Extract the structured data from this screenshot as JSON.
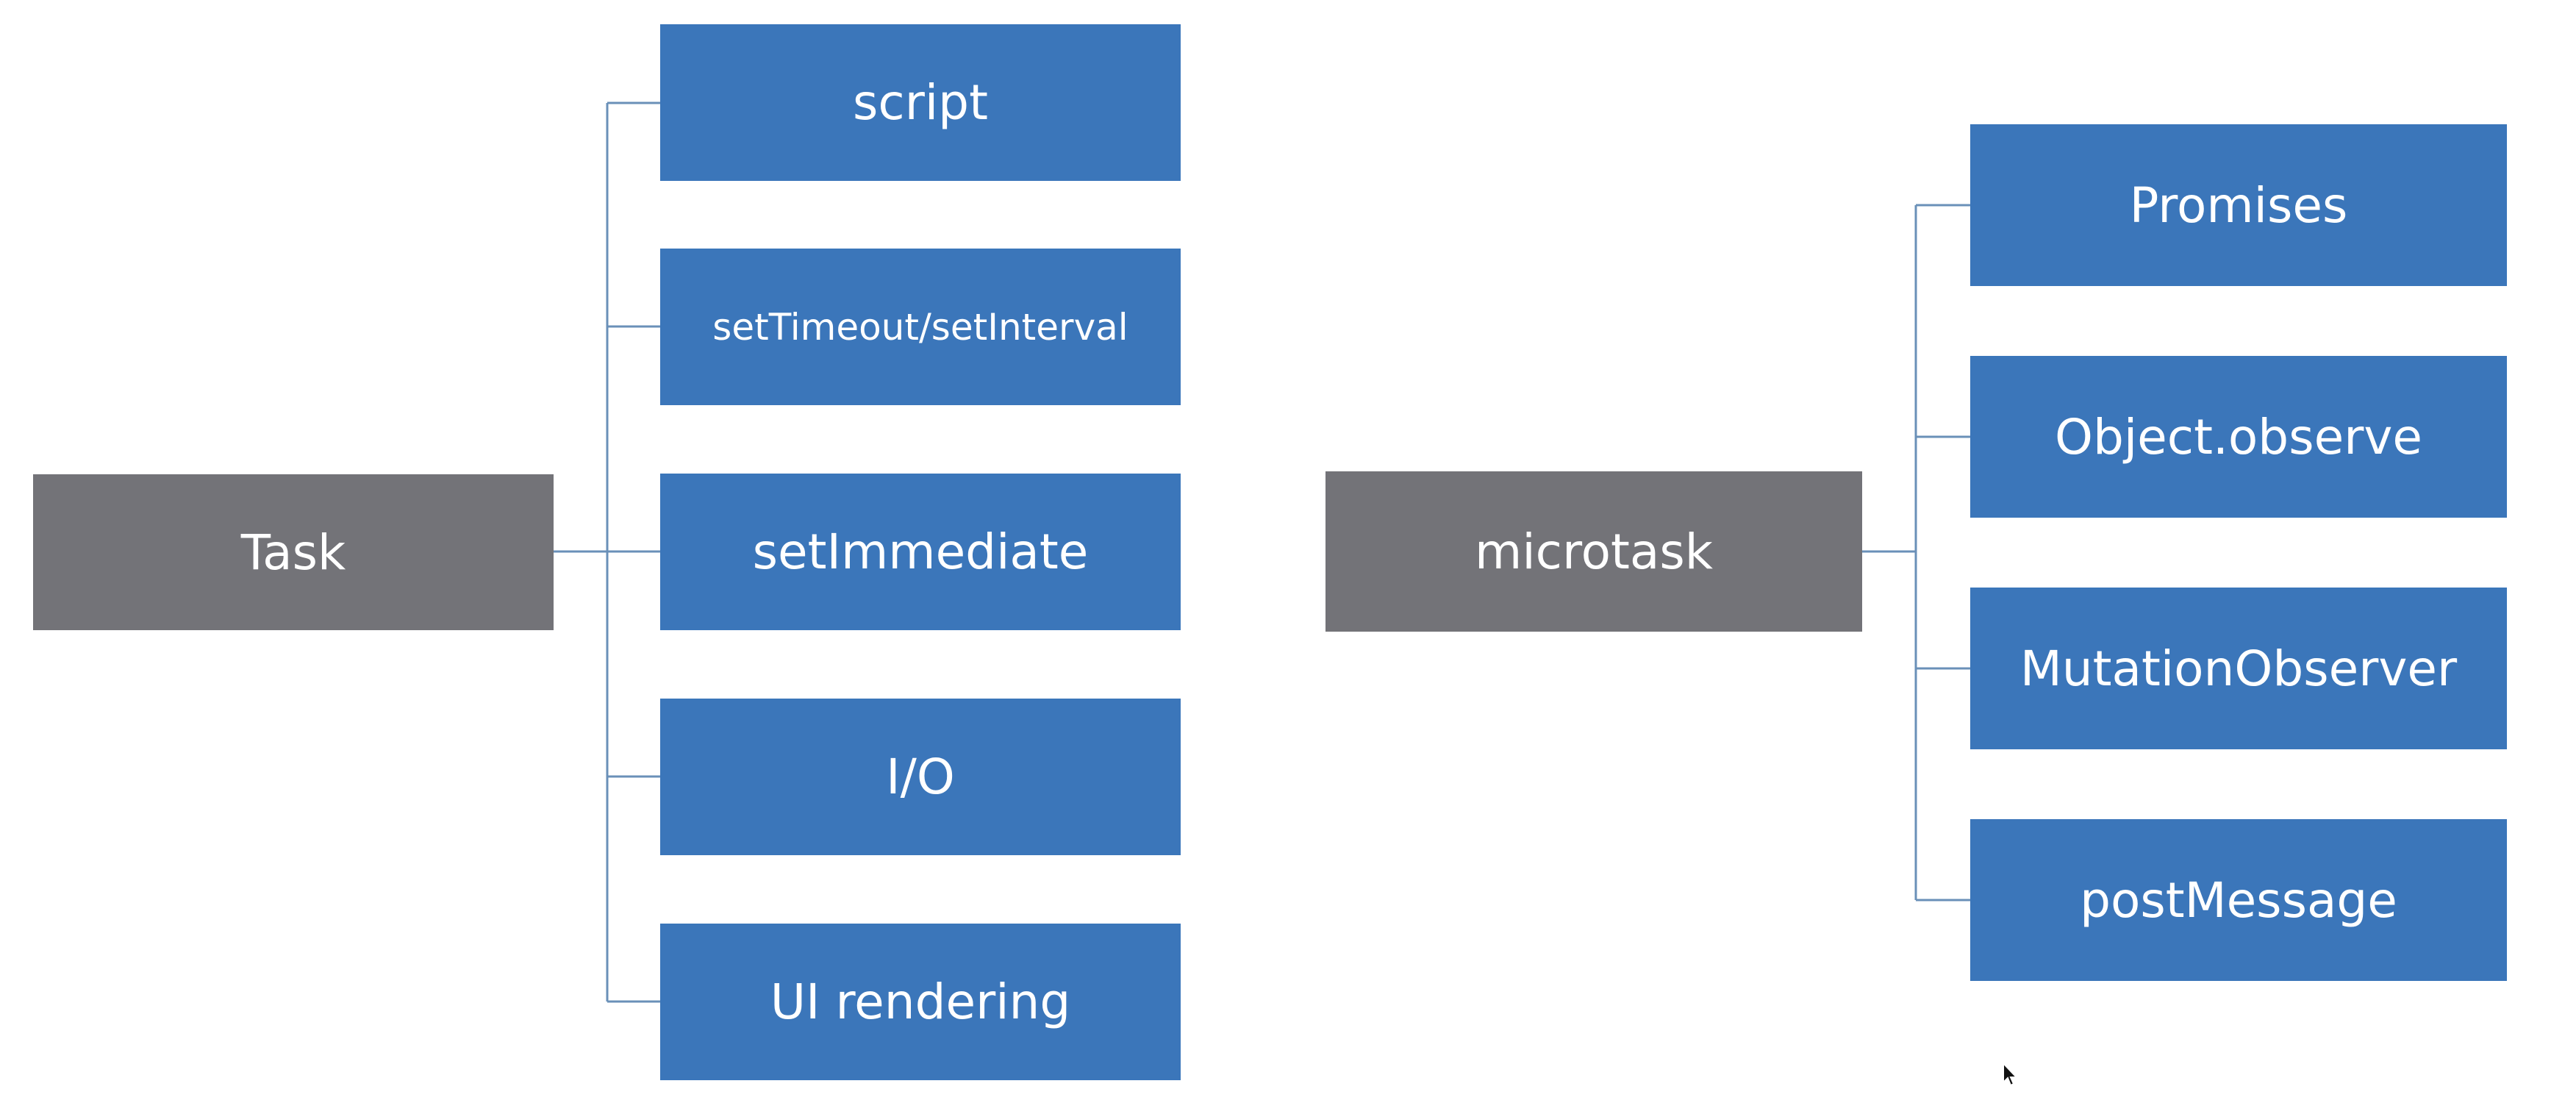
{
  "task": {
    "label": "Task",
    "children": [
      "script",
      "setTimeout/setInterval",
      "setImmediate",
      "I/O",
      "UI rendering"
    ]
  },
  "microtask": {
    "label": "microtask",
    "children": [
      "Promises",
      "Object.observe",
      "MutationObserver",
      "postMessage"
    ]
  },
  "colors": {
    "parent_box": "#737378",
    "child_box": "#3b76ba",
    "connector": "#6a90b8",
    "text": "#ffffff"
  },
  "icons": {
    "cursor": "mouse-pointer-icon"
  }
}
